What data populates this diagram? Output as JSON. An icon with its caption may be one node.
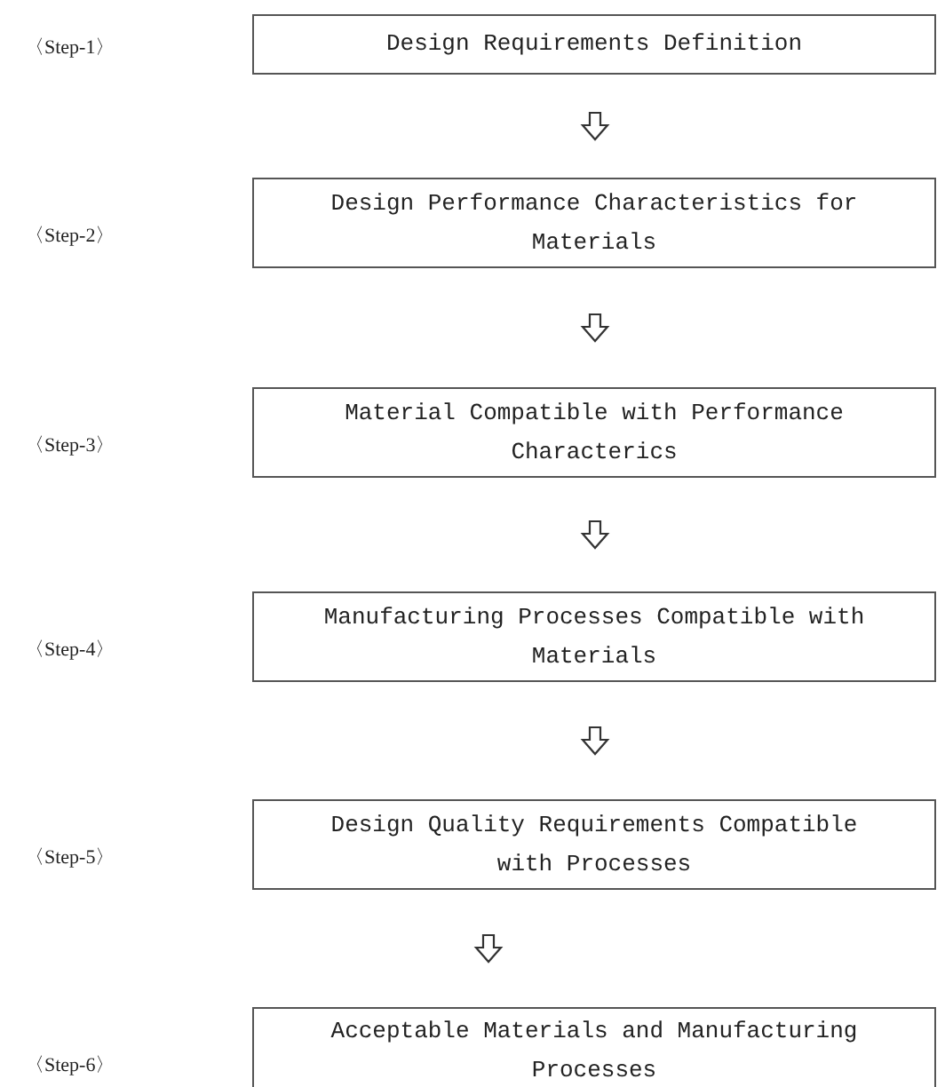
{
  "diagram": {
    "nodes": [
      {
        "text": [
          "Design Requirements Definition"
        ]
      },
      {
        "text": [
          "Design Performance Characteristics for Materials"
        ]
      },
      {
        "text": [
          "Material Compatible with Performance Characterics"
        ]
      },
      {
        "text": [
          "Manufacturing Processes Compatible with Materials"
        ]
      },
      {
        "text": [
          "Design Quality Requirements Compatible with Processes"
        ]
      },
      {
        "text": [
          "Acceptable Materials and Manufacturing Processes"
        ]
      }
    ],
    "labels": [
      "〈Step-1〉",
      "〈Step-2〉",
      "〈Step-3〉",
      "〈Step-4〉",
      "〈Step-5〉",
      "〈Step-6〉"
    ],
    "edges": [
      {
        "from": 0,
        "to": 1,
        "arrow": "to"
      },
      {
        "from": 1,
        "to": 2,
        "arrow": "to"
      },
      {
        "from": 2,
        "to": 3,
        "arrow": "to"
      },
      {
        "from": 3,
        "to": 4,
        "arrow": "to"
      },
      {
        "from": 4,
        "to": 5,
        "arrow": "to"
      }
    ]
  }
}
